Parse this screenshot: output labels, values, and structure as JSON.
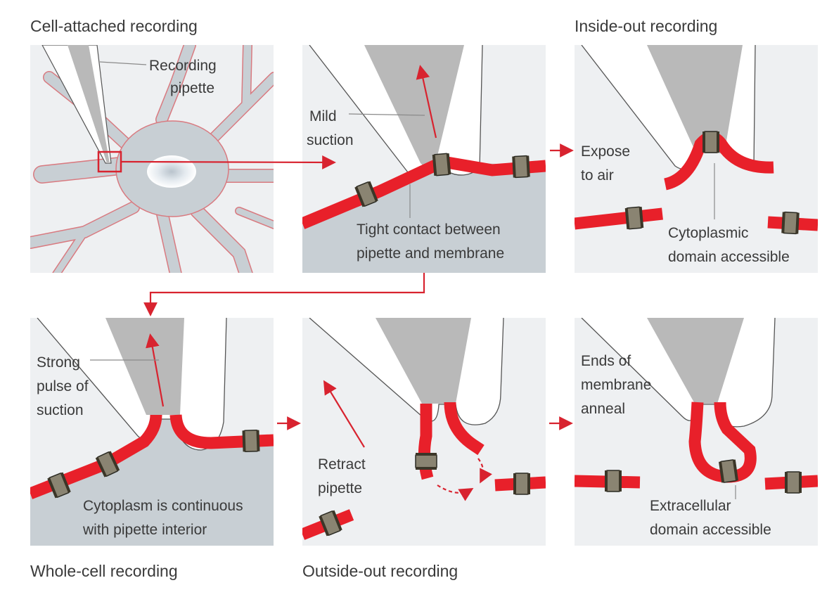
{
  "diagram": {
    "titles": {
      "cell_attached": "Cell-attached recording",
      "inside_out": "Inside-out recording",
      "whole_cell": "Whole-cell recording",
      "outside_out": "Outside-out recording"
    },
    "labels": {
      "recording": "Recording",
      "pipette": "pipette",
      "mild": "Mild",
      "suction": "suction",
      "tight_1": "Tight contact between",
      "tight_2": "pipette and membrane",
      "expose": "Expose",
      "to_air": "to air",
      "cyto_dom_1": "Cytoplasmic",
      "cyto_dom_2": "domain accessible",
      "strong": "Strong",
      "pulse_of": "pulse of",
      "suction2": "suction",
      "cont_1": "Cytoplasm is continuous",
      "cont_2": "with pipette interior",
      "retract": "Retract",
      "pipette2": "pipette",
      "ends_of": "Ends of",
      "membrane": "membrane",
      "anneal": "anneal",
      "extra_1": "Extracellular",
      "extra_2": "domain accessible"
    },
    "colors": {
      "membrane": "#e8202a",
      "panel_background": "#eef0f2",
      "cytoplasm": "#c8cfd4",
      "pipette_fill": "#b9b9b9",
      "channel": "#8a8472",
      "arrow": "#d8232f",
      "text": "#3a3a3a"
    }
  }
}
